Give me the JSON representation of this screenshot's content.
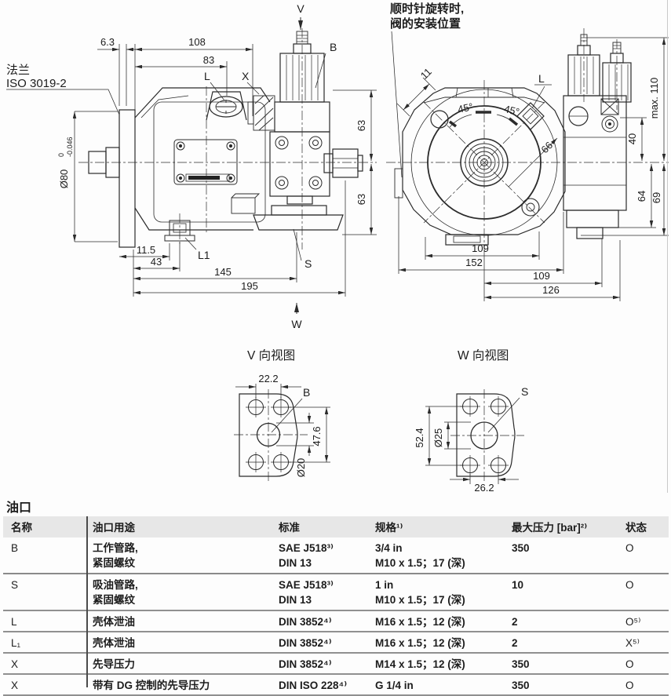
{
  "side_view": {
    "flange_label_1": "法兰",
    "flange_label_2": "ISO 3019-2",
    "dim_6_3": "6.3",
    "dim_108": "108",
    "dim_83": "83",
    "shaft_dia": "Ø80",
    "shaft_tol_upper": "0",
    "shaft_tol_lower": "-0.046",
    "dim_63_upper": "63",
    "dim_63_lower": "63",
    "dim_11_5": "11.5",
    "dim_43": "43",
    "dim_145": "145",
    "dim_195": "195",
    "label_v": "V",
    "label_w": "W",
    "label_b": "B",
    "label_l": "L",
    "label_x": "X",
    "label_l1": "L1",
    "label_s": "S"
  },
  "front_view": {
    "note_1": "顺时针旋转时,",
    "note_2": "阀的安装位置",
    "dim_11": "11",
    "dim_45_left": "45°",
    "dim_45_right": "45°",
    "dim_66": "66",
    "label_l": "L",
    "dim_max": "max. 110",
    "dim_40": "40",
    "dim_64": "64",
    "dim_69": "69",
    "dim_109_bottom": "109",
    "dim_152": "152",
    "dim_109_right": "109",
    "dim_126": "126"
  },
  "view_v": {
    "title": "V 向视图",
    "dim_22_2": "22.2",
    "dim_47_6": "47.6",
    "dim_dia": "Ø20",
    "label_b": "B"
  },
  "view_w": {
    "title": "W 向视图",
    "dim_52_4": "52.4",
    "dim_dia": "Ø25",
    "dim_26_2": "26.2",
    "label_s": "S"
  },
  "ports_table": {
    "title": "油口",
    "headers": {
      "name": "名称",
      "usage": "油口用途",
      "standard": "标准",
      "size": "规格¹⁾",
      "pressure": "最大压力 [bar]²⁾",
      "state": "状态"
    },
    "rows": [
      {
        "name": "B",
        "usage1": "工作管路,",
        "usage2": "紧固螺纹",
        "std1": "SAE J518³⁾",
        "std2": "DIN 13",
        "size1": "3/4 in",
        "size2": "M10 x 1.5；17 (深)",
        "pressure": "350",
        "state": "O"
      },
      {
        "name": "S",
        "usage1": "吸油管路,",
        "usage2": "紧固螺纹",
        "std1": "SAE J518³⁾",
        "std2": "DIN 13",
        "size1": "1 in",
        "size2": "M10 x 1.5；17 (深)",
        "pressure": "10",
        "state": "O"
      },
      {
        "name": "L",
        "usage1": "壳体泄油",
        "std1": "DIN 3852⁴⁾",
        "size1": "M16 x 1.5；12 (深)",
        "pressure": "2",
        "state": "O⁵⁾"
      },
      {
        "name": "L₁",
        "usage1": "壳体泄油",
        "std1": "DIN 3852⁴⁾",
        "size1": "M16 x 1.5；12 (深)",
        "pressure": "2",
        "state": "X⁵⁾"
      },
      {
        "name": "X",
        "usage1": "先导压力",
        "std1": "DIN 3852⁴⁾",
        "size1": "M14 x 1.5；12 (深)",
        "pressure": "350",
        "state": "O"
      },
      {
        "name": "X",
        "usage1": "带有 DG 控制的先导压力",
        "std1": "DIN ISO 228⁴⁾",
        "size1": "G 1/4 in",
        "pressure": "350",
        "state": "O"
      }
    ]
  }
}
